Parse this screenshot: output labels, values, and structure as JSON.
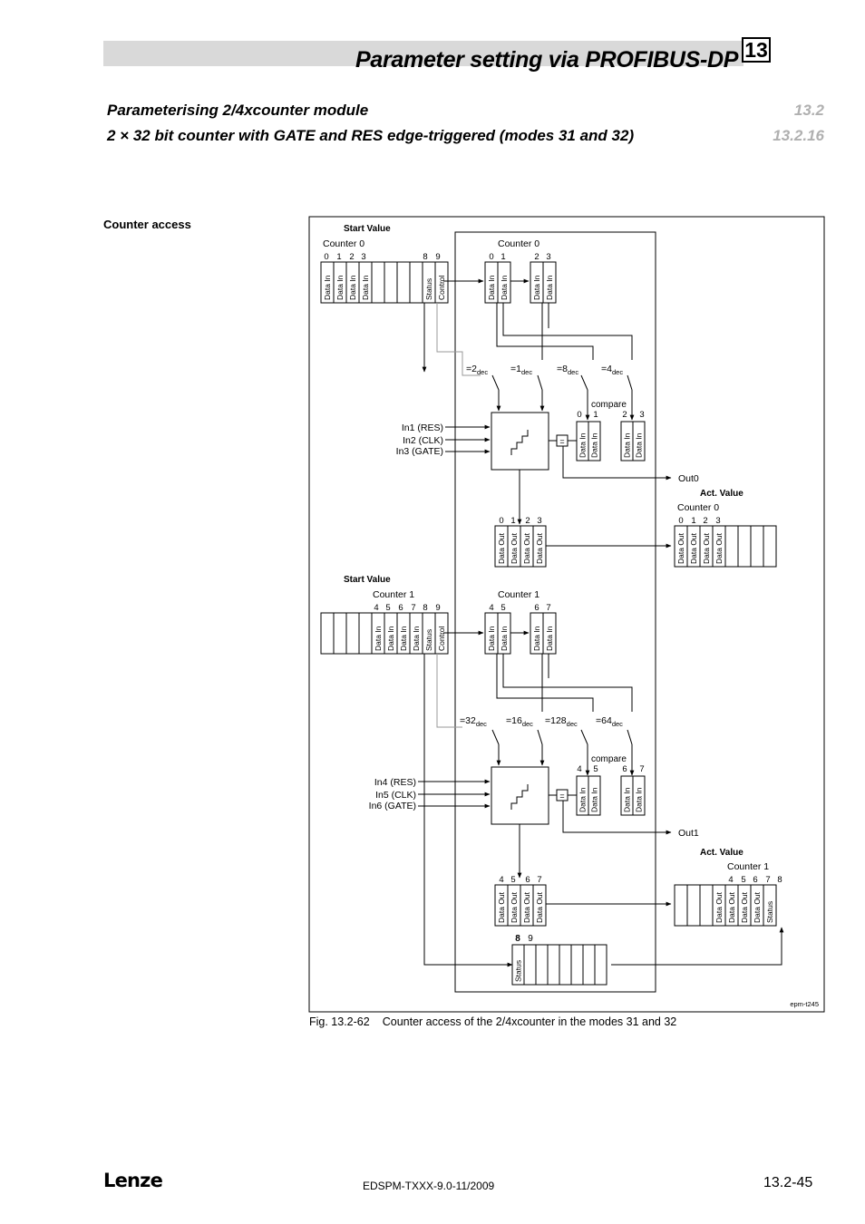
{
  "header": {
    "chapter_title": "Parameter setting via PROFIBUS-DP",
    "chapter_number": "13",
    "section_title": "Parameterising 2/4xcounter module",
    "section_number": "13.2",
    "subsection_title": "2 × 32 bit counter with GATE and RES edge-triggered  (modes 31 and 32)",
    "subsection_number": "13.2.16"
  },
  "side_label": "Counter access",
  "diagram": {
    "start_value": "Start Value",
    "act_value": "Act. Value",
    "counter0": "Counter 0",
    "counter1": "Counter 1",
    "status": "Status",
    "control": "Control",
    "data_in": "Data In",
    "data_out": "Data Out",
    "compare": "compare",
    "out0": "Out0",
    "out1": "Out1",
    "eq_sign": "=",
    "dec": "dec",
    "inputs0": [
      "In1 (RES)",
      "In2 (CLK)",
      "In3 (GATE)"
    ],
    "inputs1": [
      "In4 (RES)",
      "In5 (CLK)",
      "In6 (GATE)"
    ],
    "switch_values0": [
      "=2",
      "=1",
      "=8",
      "=4"
    ],
    "switch_values1": [
      "=32",
      "=16",
      "=128",
      "=64"
    ],
    "byte_idx": [
      "0",
      "1",
      "2",
      "3",
      "4",
      "5",
      "6",
      "7",
      "8",
      "9"
    ],
    "ref_code": "epm-t245"
  },
  "caption": {
    "number": "Fig. 13.2-62",
    "text": "Counter access of the 2/4xcounter in the modes 31 and 32"
  },
  "footer": {
    "logo": "Lenze",
    "doc_code": "EDSPM-TXXX-9.0-11/2009",
    "page": "13.2-45"
  }
}
